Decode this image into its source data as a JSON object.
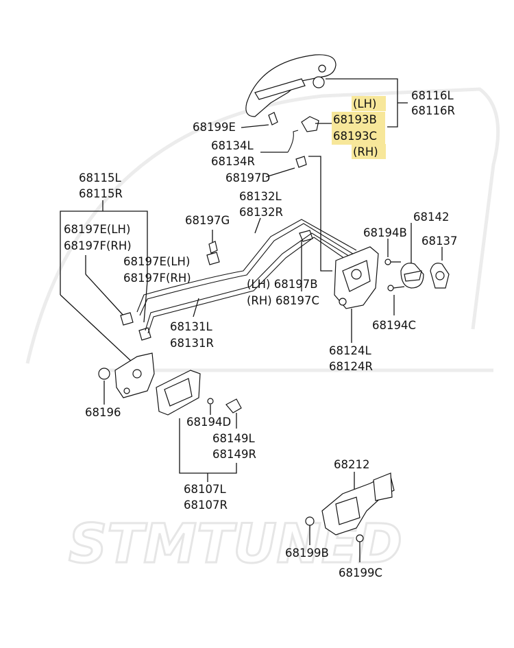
{
  "watermark": "STMTUNED",
  "highlight_color": "#f7e79a",
  "labels": {
    "p68116": [
      "68116L",
      "68116R"
    ],
    "lh_top": "(LH)",
    "p68193b": "68193B",
    "p68193c": "68193C",
    "rh_top": "(RH)",
    "p68199e": "68199E",
    "p68134": [
      "68134L",
      "68134R"
    ],
    "p68197d": "68197D",
    "p68115": [
      "68115L",
      "68115R"
    ],
    "p68197e_lh": "68197E(LH)",
    "p68197f_rh": "68197F(RH)",
    "p68132": [
      "68132L",
      "68132R"
    ],
    "p68197g": "68197G",
    "p68197e_lh_2": "68197E(LH)",
    "p68197f_rh_2": "68197F(RH)",
    "p68197b": "(LH) 68197B",
    "p68197c": "(RH) 68197C",
    "p68142": "68142",
    "p68194b": "68194B",
    "p68137": "68137",
    "p68194c": "68194C",
    "p68124": [
      "68124L",
      "68124R"
    ],
    "p68131": [
      "68131L",
      "68131R"
    ],
    "p68196": "68196",
    "p68194d": "68194D",
    "p68149": [
      "68149L",
      "68149R"
    ],
    "p68107": [
      "68107L",
      "68107R"
    ],
    "p68212": "68212",
    "p68199b": "68199B",
    "p68199c": "68199C"
  }
}
